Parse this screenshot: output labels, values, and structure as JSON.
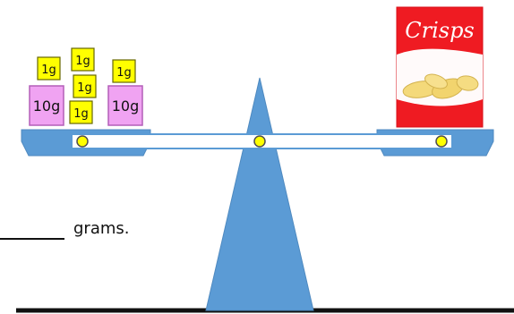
{
  "diagram": {
    "weights": {
      "one_gram_label": "1g",
      "ten_gram_label": "10g"
    },
    "crisps_label": "Crisps",
    "answer": {
      "line": "______",
      "unit_text": "grams."
    },
    "colors": {
      "balance_blue": "#5b9bd5",
      "beam_white": "#ffffff",
      "weight_yellow": "#ffff00",
      "weight_pink": "#f0a3f2",
      "crisps_red": "#ef1b22"
    }
  }
}
